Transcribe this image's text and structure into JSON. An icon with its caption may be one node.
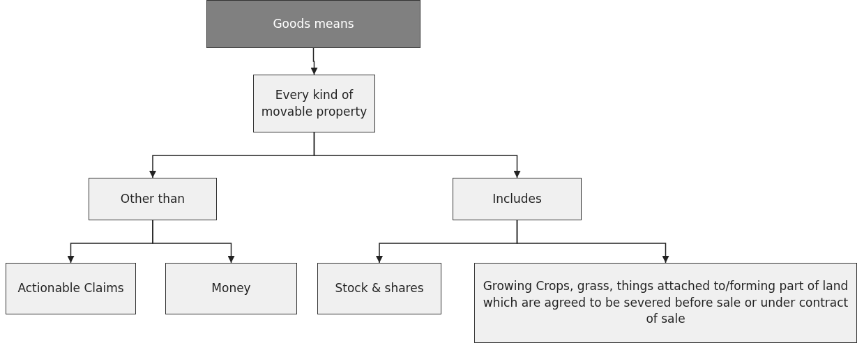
{
  "diagram": {
    "nodes": [
      {
        "text": [
          "Goods means"
        ]
      },
      {
        "text": [
          "Every kind of movable property"
        ]
      },
      {
        "text": [
          "Other than"
        ]
      },
      {
        "text": [
          "Includes"
        ]
      },
      {
        "text": [
          "Actionable Claims"
        ]
      },
      {
        "text": [
          "Money"
        ]
      },
      {
        "text": [
          "Stock & shares"
        ]
      },
      {
        "text": [
          "Growing Crops, grass, things attached to/forming part of land which are agreed to be severed before sale or under contract of sale"
        ]
      }
    ],
    "edges": [
      {
        "from": 0,
        "to": 1,
        "arrow": "to"
      },
      {
        "from": 1,
        "to": 2,
        "arrow": "to"
      },
      {
        "from": 1,
        "to": 3,
        "arrow": "to"
      },
      {
        "from": 2,
        "to": 4,
        "arrow": "to"
      },
      {
        "from": 2,
        "to": 5,
        "arrow": "to"
      },
      {
        "from": 3,
        "to": 6,
        "arrow": "to"
      },
      {
        "from": 3,
        "to": 7,
        "arrow": "to"
      }
    ]
  }
}
